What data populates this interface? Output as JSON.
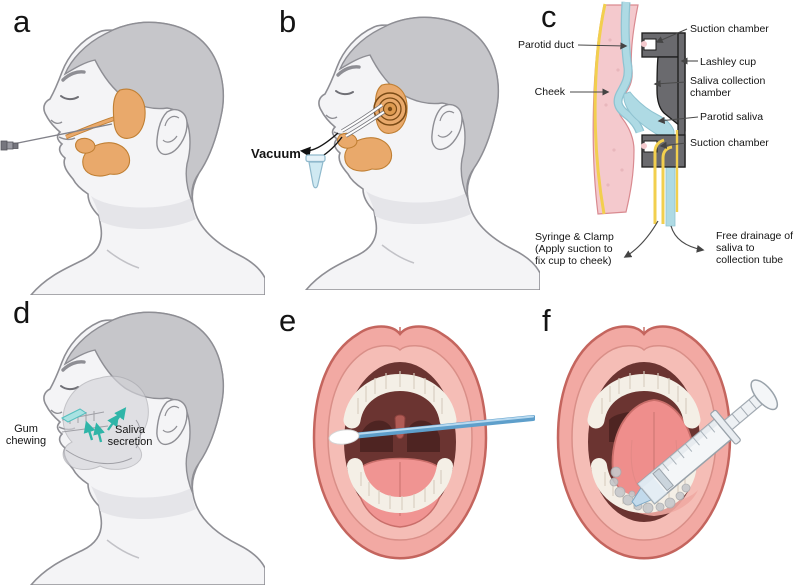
{
  "colors": {
    "gland_orange": "#E9A96B",
    "gland_outline": "#C07F33",
    "skin": "#F4F4F6",
    "hair": "#C6C6CA",
    "outline_gray": "#8E8E94",
    "cheek_pink": "#F4C9CD",
    "saliva_blue": "#AEDAE4",
    "cup_gray": "#6A6A6E",
    "tube_yellow": "#F2CF4E",
    "teal_arrow": "#2FB5A8",
    "lip_pink": "#F2A9A3",
    "cavity_dark": "#6B3431",
    "tongue_pink": "#F09492",
    "swab_blue": "#5E9FCB"
  },
  "panels": {
    "a": {
      "letter": "a"
    },
    "b": {
      "letter": "b",
      "vacuum": "Vacuum"
    },
    "c": {
      "letter": "c",
      "labels": {
        "parotid_duct": "Parotid duct",
        "cheek": "Cheek",
        "suction_chamber_top": "Suction chamber",
        "lashley_cup": "Lashley cup",
        "saliva_collection_chamber": [
          "Saliva collection",
          "chamber"
        ],
        "parotid_saliva": "Parotid saliva",
        "suction_chamber_bottom": "Suction chamber",
        "syringe_clamp": [
          "Syringe & Clamp",
          "(Apply suction to",
          "fix cup to cheek)"
        ],
        "free_drainage": [
          "Free drainage of",
          "saliva to",
          "collection tube"
        ]
      }
    },
    "d": {
      "letter": "d",
      "labels": {
        "gum_chewing": [
          "Gum",
          "chewing"
        ],
        "saliva_secretion": [
          "Saliva",
          "secretion"
        ]
      }
    },
    "e": {
      "letter": "e"
    },
    "f": {
      "letter": "f"
    }
  }
}
